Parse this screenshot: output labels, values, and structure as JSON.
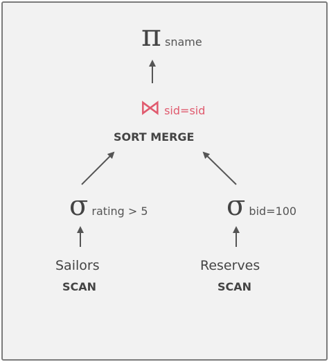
{
  "projection": {
    "symbol": "π",
    "attribute": "sname"
  },
  "join": {
    "symbol": "⋈",
    "condition": "sid=sid",
    "method": "SORT MERGE",
    "color": "#e05a6e"
  },
  "left_select": {
    "symbol": "σ",
    "condition": "rating > 5"
  },
  "right_select": {
    "symbol": "σ",
    "condition": "bid=100"
  },
  "left_relation": {
    "name": "Sailors",
    "access": "SCAN"
  },
  "right_relation": {
    "name": "Reserves",
    "access": "SCAN"
  }
}
